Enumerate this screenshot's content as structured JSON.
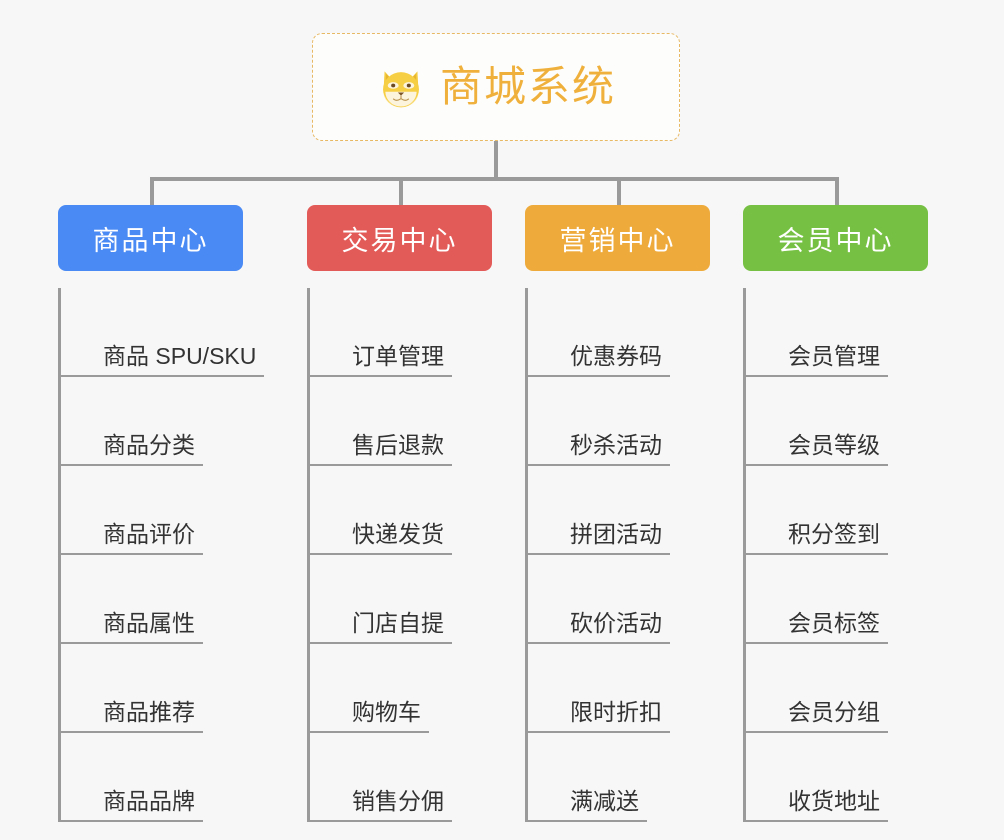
{
  "root": {
    "title": "商城系统",
    "icon": "shiba-dog-face-icon",
    "border_color": "#e8b964",
    "text_color": "#f0b13c"
  },
  "colors": {
    "background": "#f7f7f7",
    "connector": "#9a9a9a",
    "leaf_text": "#333333",
    "blue": "#4a8af4",
    "red": "#e35b58",
    "orange": "#eeab3c",
    "green": "#76c043"
  },
  "branches": [
    {
      "label": "商品中心",
      "color": "#4a8af4",
      "items": [
        "商品 SPU/SKU",
        "商品分类",
        "商品评价",
        "商品属性",
        "商品推荐",
        "商品品牌"
      ]
    },
    {
      "label": "交易中心",
      "color": "#e35b58",
      "items": [
        "订单管理",
        "售后退款",
        "快递发货",
        "门店自提",
        "购物车",
        "销售分佣"
      ]
    },
    {
      "label": "营销中心",
      "color": "#eeab3c",
      "items": [
        "优惠券码",
        "秒杀活动",
        "拼团活动",
        "砍价活动",
        "限时折扣",
        "满减送"
      ]
    },
    {
      "label": "会员中心",
      "color": "#76c043",
      "items": [
        "会员管理",
        "会员等级",
        "积分签到",
        "会员标签",
        "会员分组",
        "收货地址"
      ]
    }
  ]
}
